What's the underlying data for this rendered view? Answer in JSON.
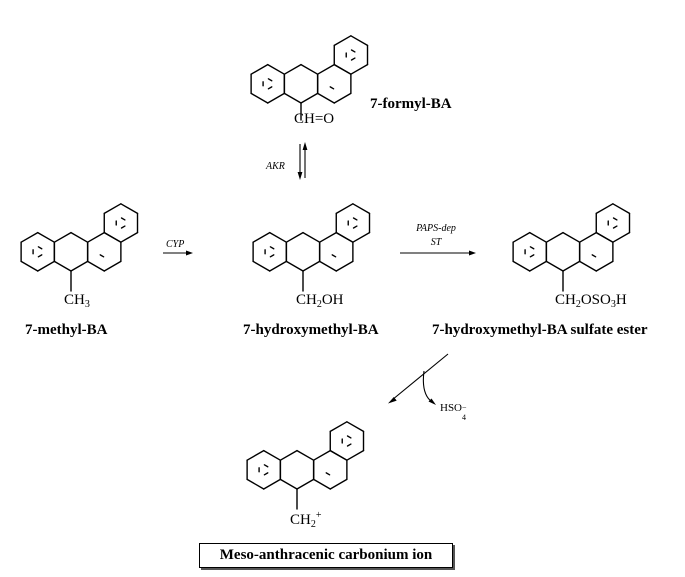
{
  "compounds": {
    "formyl": {
      "name": "7-formyl-BA",
      "substituent": "CH=O"
    },
    "methyl": {
      "name": "7-methyl-BA",
      "substituent_main": "CH",
      "substituent_sub": "3"
    },
    "hydroxymethyl": {
      "name": "7-hydroxymethyl-BA",
      "sub_a": "CH",
      "sub_b": "2",
      "sub_c": "OH"
    },
    "sulfate": {
      "name": "7-hydroxymethyl-BA sulfate ester",
      "sub_a": "CH",
      "sub_b": "2",
      "sub_c": "OSO",
      "sub_d": "3",
      "sub_e": "H"
    },
    "carbonium": {
      "name": "Meso-anthracenic carbonium ion",
      "sub_a": "CH",
      "sub_b": "2",
      "sub_c": "+"
    }
  },
  "enzymes": {
    "akr": "AKR",
    "cyp": "CYP",
    "paps_line1": "PAPS-dep",
    "paps_line2": "ST"
  },
  "byproduct": {
    "main": "HSO",
    "sub": "4",
    "sup": "−"
  }
}
